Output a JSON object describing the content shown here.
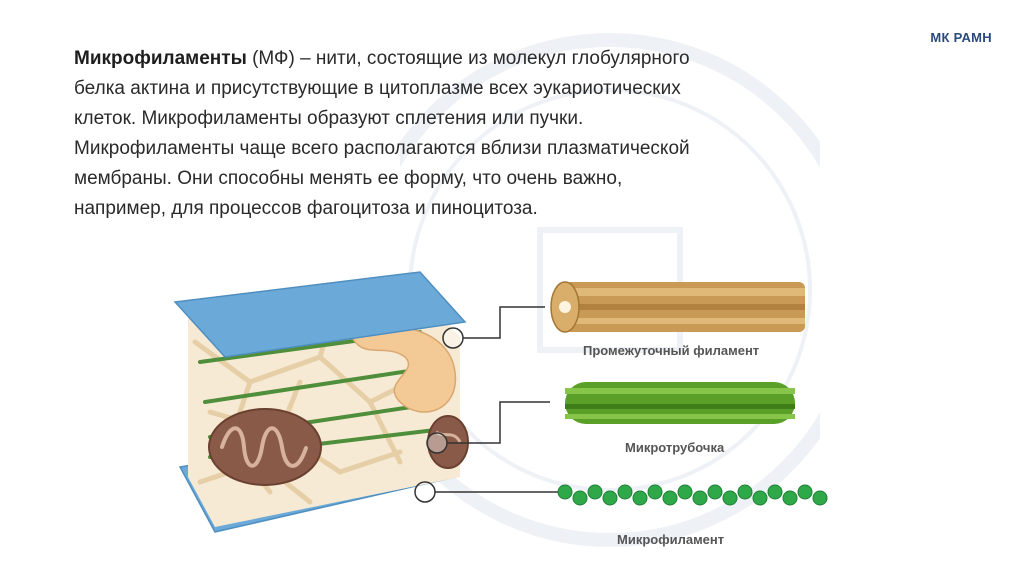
{
  "brand": "МК РАМН",
  "paragraph": {
    "term": "Микрофиламенты",
    "line1_rest": " (МФ) – нити, состоящие из молекул глобулярного",
    "line2": "белка актина и присутствующие в цитоплазме всех эукариотических",
    "line3": "клеток. Микрофиламенты образуют сплетения или пучки.",
    "line4": "Микрофиламенты чаще всего располагаются вблизи плазматической",
    "line5": "мембраны. Они  способны менять ее форму, что очень важно,",
    "line6": "например, для процессов фагоцитоза и пиноцитоза."
  },
  "figure": {
    "labels": {
      "intermediate": "Промежуточный филамент",
      "microtubule": "Микротрубочка",
      "microfilament": "Микрофиламент"
    },
    "colors": {
      "membrane": "#6aa9d8",
      "intermediate": "#c89a55",
      "microtubule": "#5aa028",
      "microfilament": "#2fa84a",
      "mitochondrion": "#8a5a48",
      "network": "#f1dcb8"
    }
  }
}
